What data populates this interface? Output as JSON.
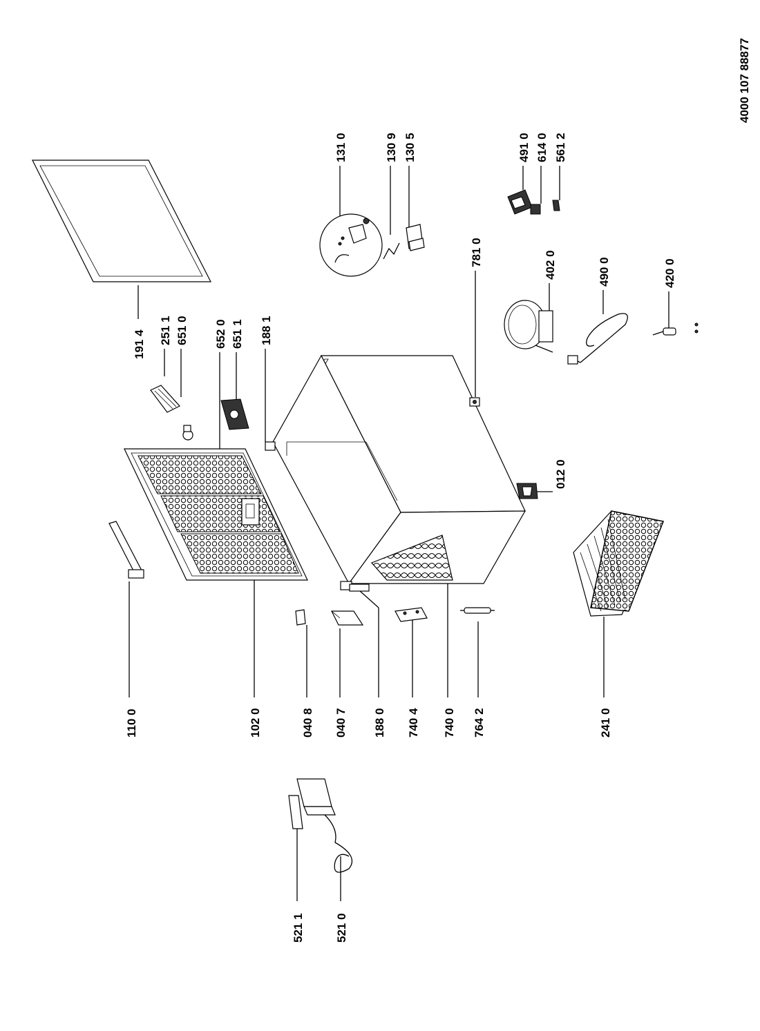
{
  "document_number": "4000 107 88877",
  "part_labels": {
    "p110_0": "110 0",
    "p102_0": "102 0",
    "p040_8": "040 8",
    "p040_7": "040 7",
    "p188_0": "188 0",
    "p740_4": "740 4",
    "p740_0": "740 0",
    "p764_2": "764 2",
    "p241_0": "241 0",
    "p521_1": "521 1",
    "p521_0": "521 0",
    "p191_4": "191 4",
    "p251_1": "251 1",
    "p651_0": "651 0",
    "p652_0": "652 0",
    "p651_1": "651 1",
    "p188_1": "188 1",
    "p131_0": "131 0",
    "p130_9": "130 9",
    "p130_5": "130 5",
    "p781_0": "781 0",
    "p402_0": "402 0",
    "p490_0": "490 0",
    "p420_0": "420 0",
    "p491_0": "491 0",
    "p614_0": "614 0",
    "p561_2": "561 2",
    "p012_0": "012 0"
  }
}
